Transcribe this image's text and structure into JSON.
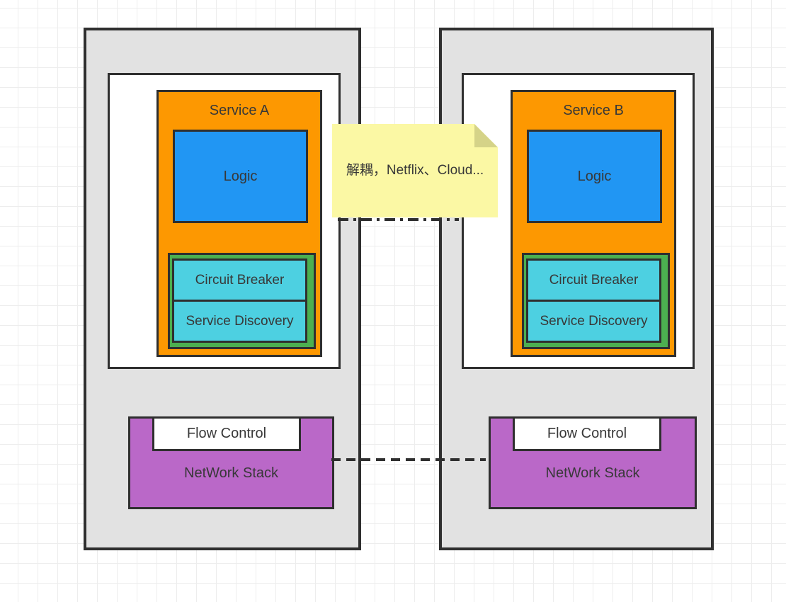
{
  "colors": {
    "container_fill": "#e2e2e2",
    "border_dark": "#2f2f2f",
    "orange": "#fd9801",
    "blue": "#2196f3",
    "cyan": "#4dd0e1",
    "green": "#4caf50",
    "purple": "#ba68c8",
    "note_fill": "#fbf8a4",
    "note_fold": "#d5d388",
    "text": "#383838",
    "grid_line": "#ededed"
  },
  "service_a": {
    "title": "Service A",
    "logic": "Logic",
    "circuit_breaker": "Circuit Breaker",
    "service_discovery": "Service Discovery",
    "flow_control": "Flow Control",
    "network_stack": "NetWork Stack"
  },
  "service_b": {
    "title": "Service B",
    "logic": "Logic",
    "circuit_breaker": "Circuit Breaker",
    "service_discovery": "Service Discovery",
    "flow_control": "Flow Control",
    "network_stack": "NetWork Stack"
  },
  "note": {
    "text": "解耦，Netflix、Cloud..."
  }
}
